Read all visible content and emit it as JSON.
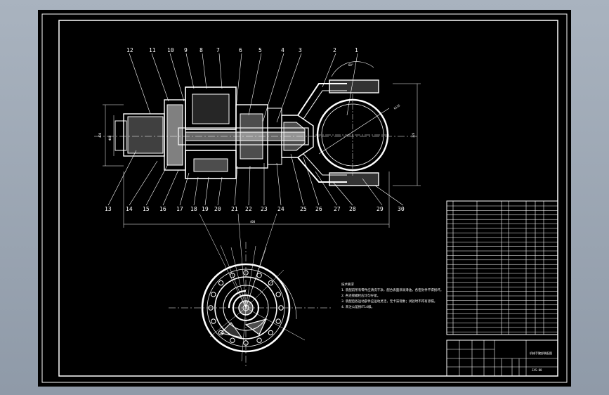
{
  "part_numbers_top": [
    "12",
    "11",
    "10",
    "9",
    "8",
    "7",
    "6",
    "5",
    "4",
    "3",
    "2",
    "1"
  ],
  "part_numbers_bottom": [
    "13",
    "14",
    "15",
    "16",
    "17",
    "18",
    "19",
    "20",
    "21",
    "22",
    "23",
    "24",
    "25",
    "26",
    "27",
    "28",
    "29",
    "30"
  ],
  "dimensions": {
    "overall_length": "400",
    "angle": "60°",
    "left_height_a": "438",
    "left_height_b": "Ф48",
    "right_height": "320",
    "radius": "R135"
  },
  "notes": {
    "title": "技术要求",
    "lines": [
      "1. 装配前所有零件应清洗干净，配合表面涂润滑油，各密封件不得损坏。",
      "2. 各连接螺栓应均匀拧紧。",
      "3. 装配后各运动部件应运动灵活，无卡滞现象；试验时不得有渗漏。",
      "4. 未注公差按IT14级。"
    ]
  },
  "title_block": {
    "name": "机械手腕部装配图",
    "code": "JXS-00"
  },
  "colors": {
    "background": "#a9b3bf",
    "sheet": "#000000",
    "lines": "#ffffff"
  }
}
